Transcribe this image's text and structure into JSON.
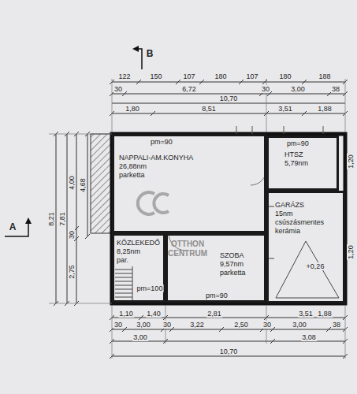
{
  "diagram": {
    "nodes": [
      {
        "text": [
          "NAPPALI-AM.KONYHA",
          "26,88nm",
          "parketta"
        ]
      },
      {
        "text": [
          "HTSZ",
          "5,79nm"
        ]
      },
      {
        "text": [
          "GARÁZS",
          "15nm",
          "csúszásmentes kerámia"
        ]
      },
      {
        "text": [
          "KÖZLEKEDŐ",
          "8,25nm",
          "par."
        ]
      },
      {
        "text": [
          "SZOBA",
          "9,57nm",
          "parketta"
        ]
      }
    ],
    "labels": [
      "B",
      "122",
      "150",
      "107",
      "180",
      "107",
      "180",
      "188",
      "30",
      "6,72",
      "30",
      "3,00",
      "38",
      "10,70",
      "1,80",
      "8,51",
      "3,51",
      "1,88",
      "4,68",
      "4,00",
      "8,21",
      "7,81",
      "2,75",
      "30",
      "1,20",
      "1,20",
      "A",
      "pm=90",
      "pm=90",
      "pm=100",
      "pm=90",
      "+0,26",
      "OTTHON CENTRUM",
      "1,10",
      "1,40",
      "2,81",
      "3,51",
      "1,88",
      "30",
      "3,00",
      "30",
      "3,22",
      "2,50",
      "30",
      "3,00",
      "38",
      "3,00",
      "3,08",
      "10,70"
    ]
  }
}
